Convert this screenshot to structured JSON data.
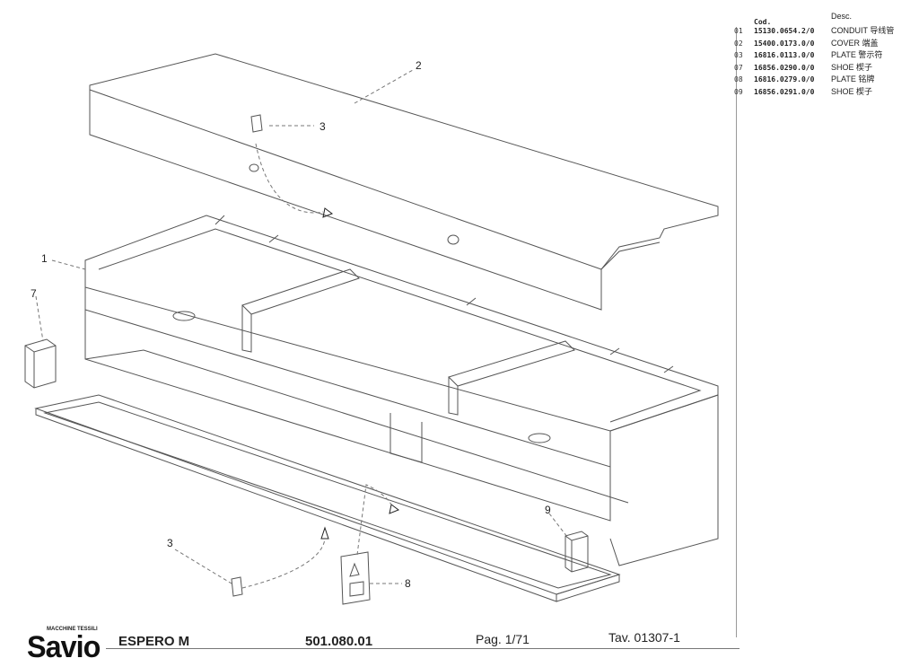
{
  "parts_table": {
    "header_code": "Cod.",
    "header_desc": "Desc.",
    "rows": [
      {
        "pos": "01",
        "code": "15130.0654.2/0",
        "desc": "CONDUIT 导线管"
      },
      {
        "pos": "02",
        "code": "15400.0173.0/0",
        "desc": "COVER  端盖"
      },
      {
        "pos": "03",
        "code": "16816.0113.0/0",
        "desc": "PLATE  警示符"
      },
      {
        "pos": "07",
        "code": "16856.0290.0/0",
        "desc": "SHOE   楔子"
      },
      {
        "pos": "08",
        "code": "16816.0279.0/0",
        "desc": "PLATE  铭牌"
      },
      {
        "pos": "09",
        "code": "16856.0291.0/0",
        "desc": "SHOE   楔子"
      }
    ]
  },
  "callouts": {
    "c1": "1",
    "c2": "2",
    "c3a": "3",
    "c3b": "3",
    "c7": "7",
    "c8": "8",
    "c9": "9"
  },
  "footer": {
    "brand": "Savio",
    "brand_tag": "MACCHINE TESSILI",
    "model": "ESPERO M",
    "drawing_code": "501.080.01",
    "page": "Pag. 1/71",
    "table": "Tav. 01307-1"
  }
}
